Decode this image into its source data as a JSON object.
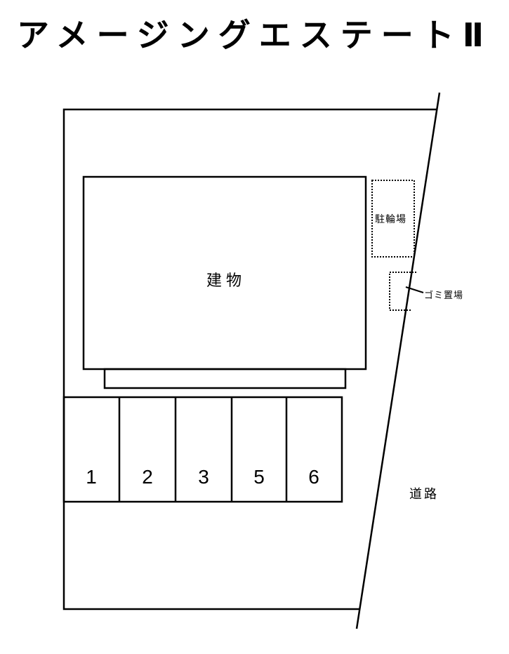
{
  "title": "アメージングエステートⅡ",
  "labels": {
    "building": "建物",
    "bicycle_parking": "駐輪場",
    "garbage_area": "ゴミ置場",
    "road": "道路"
  },
  "parking": {
    "slots": [
      {
        "number": "1"
      },
      {
        "number": "2"
      },
      {
        "number": "3"
      },
      {
        "number": "5"
      },
      {
        "number": "6"
      }
    ]
  },
  "colors": {
    "line": "#000000",
    "background": "#ffffff"
  }
}
